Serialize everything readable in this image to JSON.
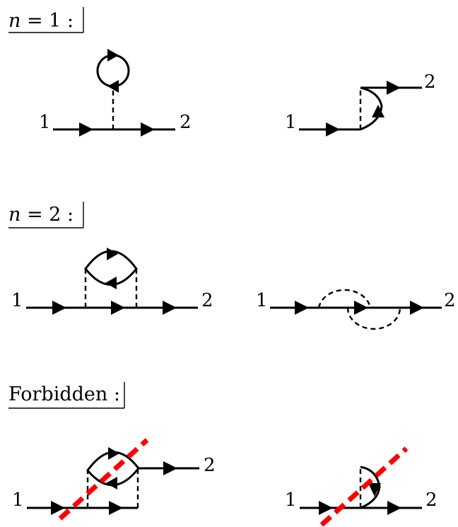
{
  "sections": [
    {
      "var": "n",
      "eq": " = 1 :"
    },
    {
      "var": "n",
      "eq": " = 2 :"
    },
    {
      "text": "Forbidden :"
    }
  ],
  "labels": {
    "in": "1",
    "out": "2"
  }
}
